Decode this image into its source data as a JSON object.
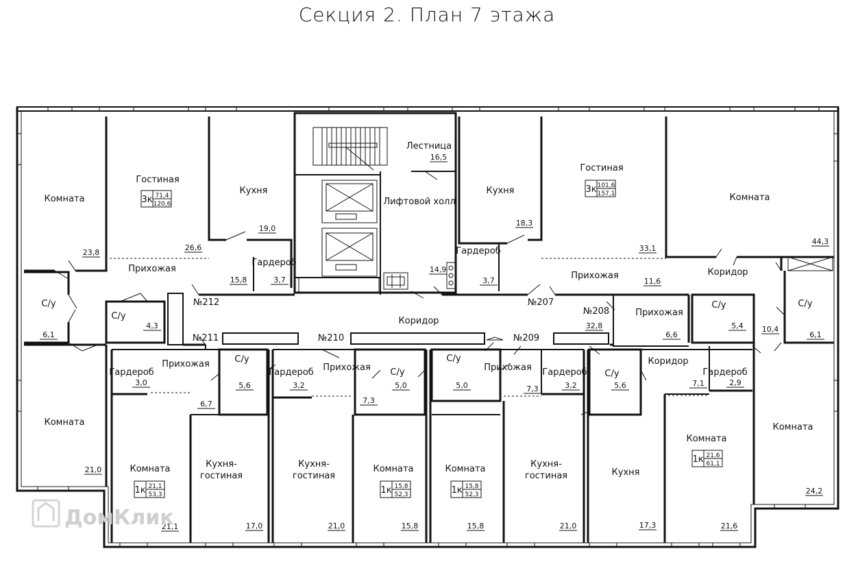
{
  "title": "Секция 2. План 7 этажа",
  "watermark": "ДомКлик",
  "rooms": [
    {
      "id": "r1",
      "name": "Комната",
      "area": "23,8"
    },
    {
      "id": "r2",
      "name": "Гостиная",
      "area": "26,6"
    },
    {
      "id": "r3",
      "name": "Кухня",
      "area": "19,0"
    },
    {
      "id": "r4",
      "name": "Лестница",
      "area": "16,5"
    },
    {
      "id": "r5",
      "name": "Лифтовой холл",
      "area": "14,9"
    },
    {
      "id": "r6",
      "name": "Кухня",
      "area": "18,3"
    },
    {
      "id": "r7",
      "name": "Гостиная",
      "area": "33,1"
    },
    {
      "id": "r8",
      "name": "Комната",
      "area": "44,3"
    },
    {
      "id": "r9",
      "name": "Прихожая",
      "area": "15,8"
    },
    {
      "id": "r10",
      "name": "Гардероб",
      "area": "3,7"
    },
    {
      "id": "r11",
      "name": "Гардероб",
      "area": "3,7"
    },
    {
      "id": "r12",
      "name": "Прихожая",
      "area": "11,6"
    },
    {
      "id": "r13",
      "name": "Коридор",
      "area": "10,4"
    },
    {
      "id": "r14",
      "name": "С/у",
      "area": "6,1"
    },
    {
      "id": "r15",
      "name": "С/у",
      "area": "4,3"
    },
    {
      "id": "r16",
      "name": "Коридор",
      "area": "32,8"
    },
    {
      "id": "r17",
      "name": "Прихожая",
      "area": "6,6"
    },
    {
      "id": "r18",
      "name": "С/у",
      "area": "5,4"
    },
    {
      "id": "r19",
      "name": "С/у",
      "area": "6,1"
    },
    {
      "id": "r20",
      "name": "Гардероб",
      "area": "3,0"
    },
    {
      "id": "r21",
      "name": "Прихожая",
      "area": "6,7"
    },
    {
      "id": "r22",
      "name": "С/у",
      "area": "5,6"
    },
    {
      "id": "r23",
      "name": "Гардероб",
      "area": "3,2"
    },
    {
      "id": "r24",
      "name": "Прихожая",
      "area": "7,3"
    },
    {
      "id": "r25",
      "name": "С/у",
      "area": "5,0"
    },
    {
      "id": "r26",
      "name": "С/у",
      "area": "5,0"
    },
    {
      "id": "r27",
      "name": "Прихожая",
      "area": "7,3"
    },
    {
      "id": "r28",
      "name": "Гардероб",
      "area": "3,2"
    },
    {
      "id": "r29",
      "name": "С/у",
      "area": "5,6"
    },
    {
      "id": "r30",
      "name": "Коридор",
      "area": "7,1"
    },
    {
      "id": "r31",
      "name": "Гардероб",
      "area": "2,9"
    },
    {
      "id": "r32",
      "name": "Комната",
      "area": "21,0"
    },
    {
      "id": "r33",
      "name": "Комната",
      "area": "21,1"
    },
    {
      "id": "r34",
      "name": "Кухня-",
      "name2": "гостиная",
      "area": "17,0"
    },
    {
      "id": "r35",
      "name": "Кухня-",
      "name2": "гостиная",
      "area": "21,0"
    },
    {
      "id": "r36",
      "name": "Комната",
      "area": "15,8"
    },
    {
      "id": "r37",
      "name": "Комната",
      "area": "15,8"
    },
    {
      "id": "r38",
      "name": "Кухня-",
      "name2": "гостиная",
      "area": "21,0"
    },
    {
      "id": "r39",
      "name": "Кухня",
      "area": "17,3"
    },
    {
      "id": "r40",
      "name": "Комната",
      "area": "21,6"
    },
    {
      "id": "r41",
      "name": "Комната",
      "area": "24,2"
    }
  ],
  "apartments": [
    {
      "id": "a212",
      "number": "№212"
    },
    {
      "id": "a207",
      "number": "№207"
    },
    {
      "id": "a208",
      "number": "№208"
    },
    {
      "id": "a211",
      "number": "№211"
    },
    {
      "id": "a210",
      "number": "№210"
    },
    {
      "id": "a209",
      "number": "№209"
    }
  ],
  "badges": [
    {
      "id": "b1",
      "type": "3к",
      "living": "71,4",
      "total": "120,6"
    },
    {
      "id": "b2",
      "type": "3к",
      "living": "101,6",
      "total": "157,1"
    },
    {
      "id": "b3",
      "type": "1к",
      "living": "21,1",
      "total": "53,3"
    },
    {
      "id": "b4",
      "type": "1к",
      "living": "15,8",
      "total": "52,3"
    },
    {
      "id": "b5",
      "type": "1к",
      "living": "15,8",
      "total": "52,3"
    },
    {
      "id": "b6",
      "type": "1к",
      "living": "21,6",
      "total": "61,1"
    }
  ]
}
